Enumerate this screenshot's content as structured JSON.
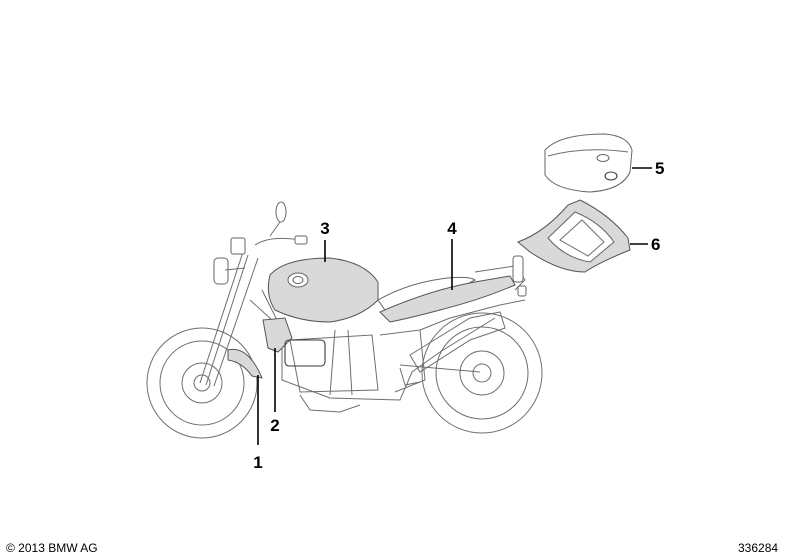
{
  "callouts": [
    {
      "id": "1",
      "label": "1"
    },
    {
      "id": "2",
      "label": "2"
    },
    {
      "id": "3",
      "label": "3"
    },
    {
      "id": "4",
      "label": "4"
    },
    {
      "id": "5",
      "label": "5"
    },
    {
      "id": "6",
      "label": "6"
    }
  ],
  "footer": {
    "copyright": "© 2013 BMW AG",
    "reference_number": "336284"
  },
  "colors": {
    "line_art": "#6e6e6e",
    "highlight_fill": "#d9d9d9",
    "callout_text": "#000000"
  }
}
